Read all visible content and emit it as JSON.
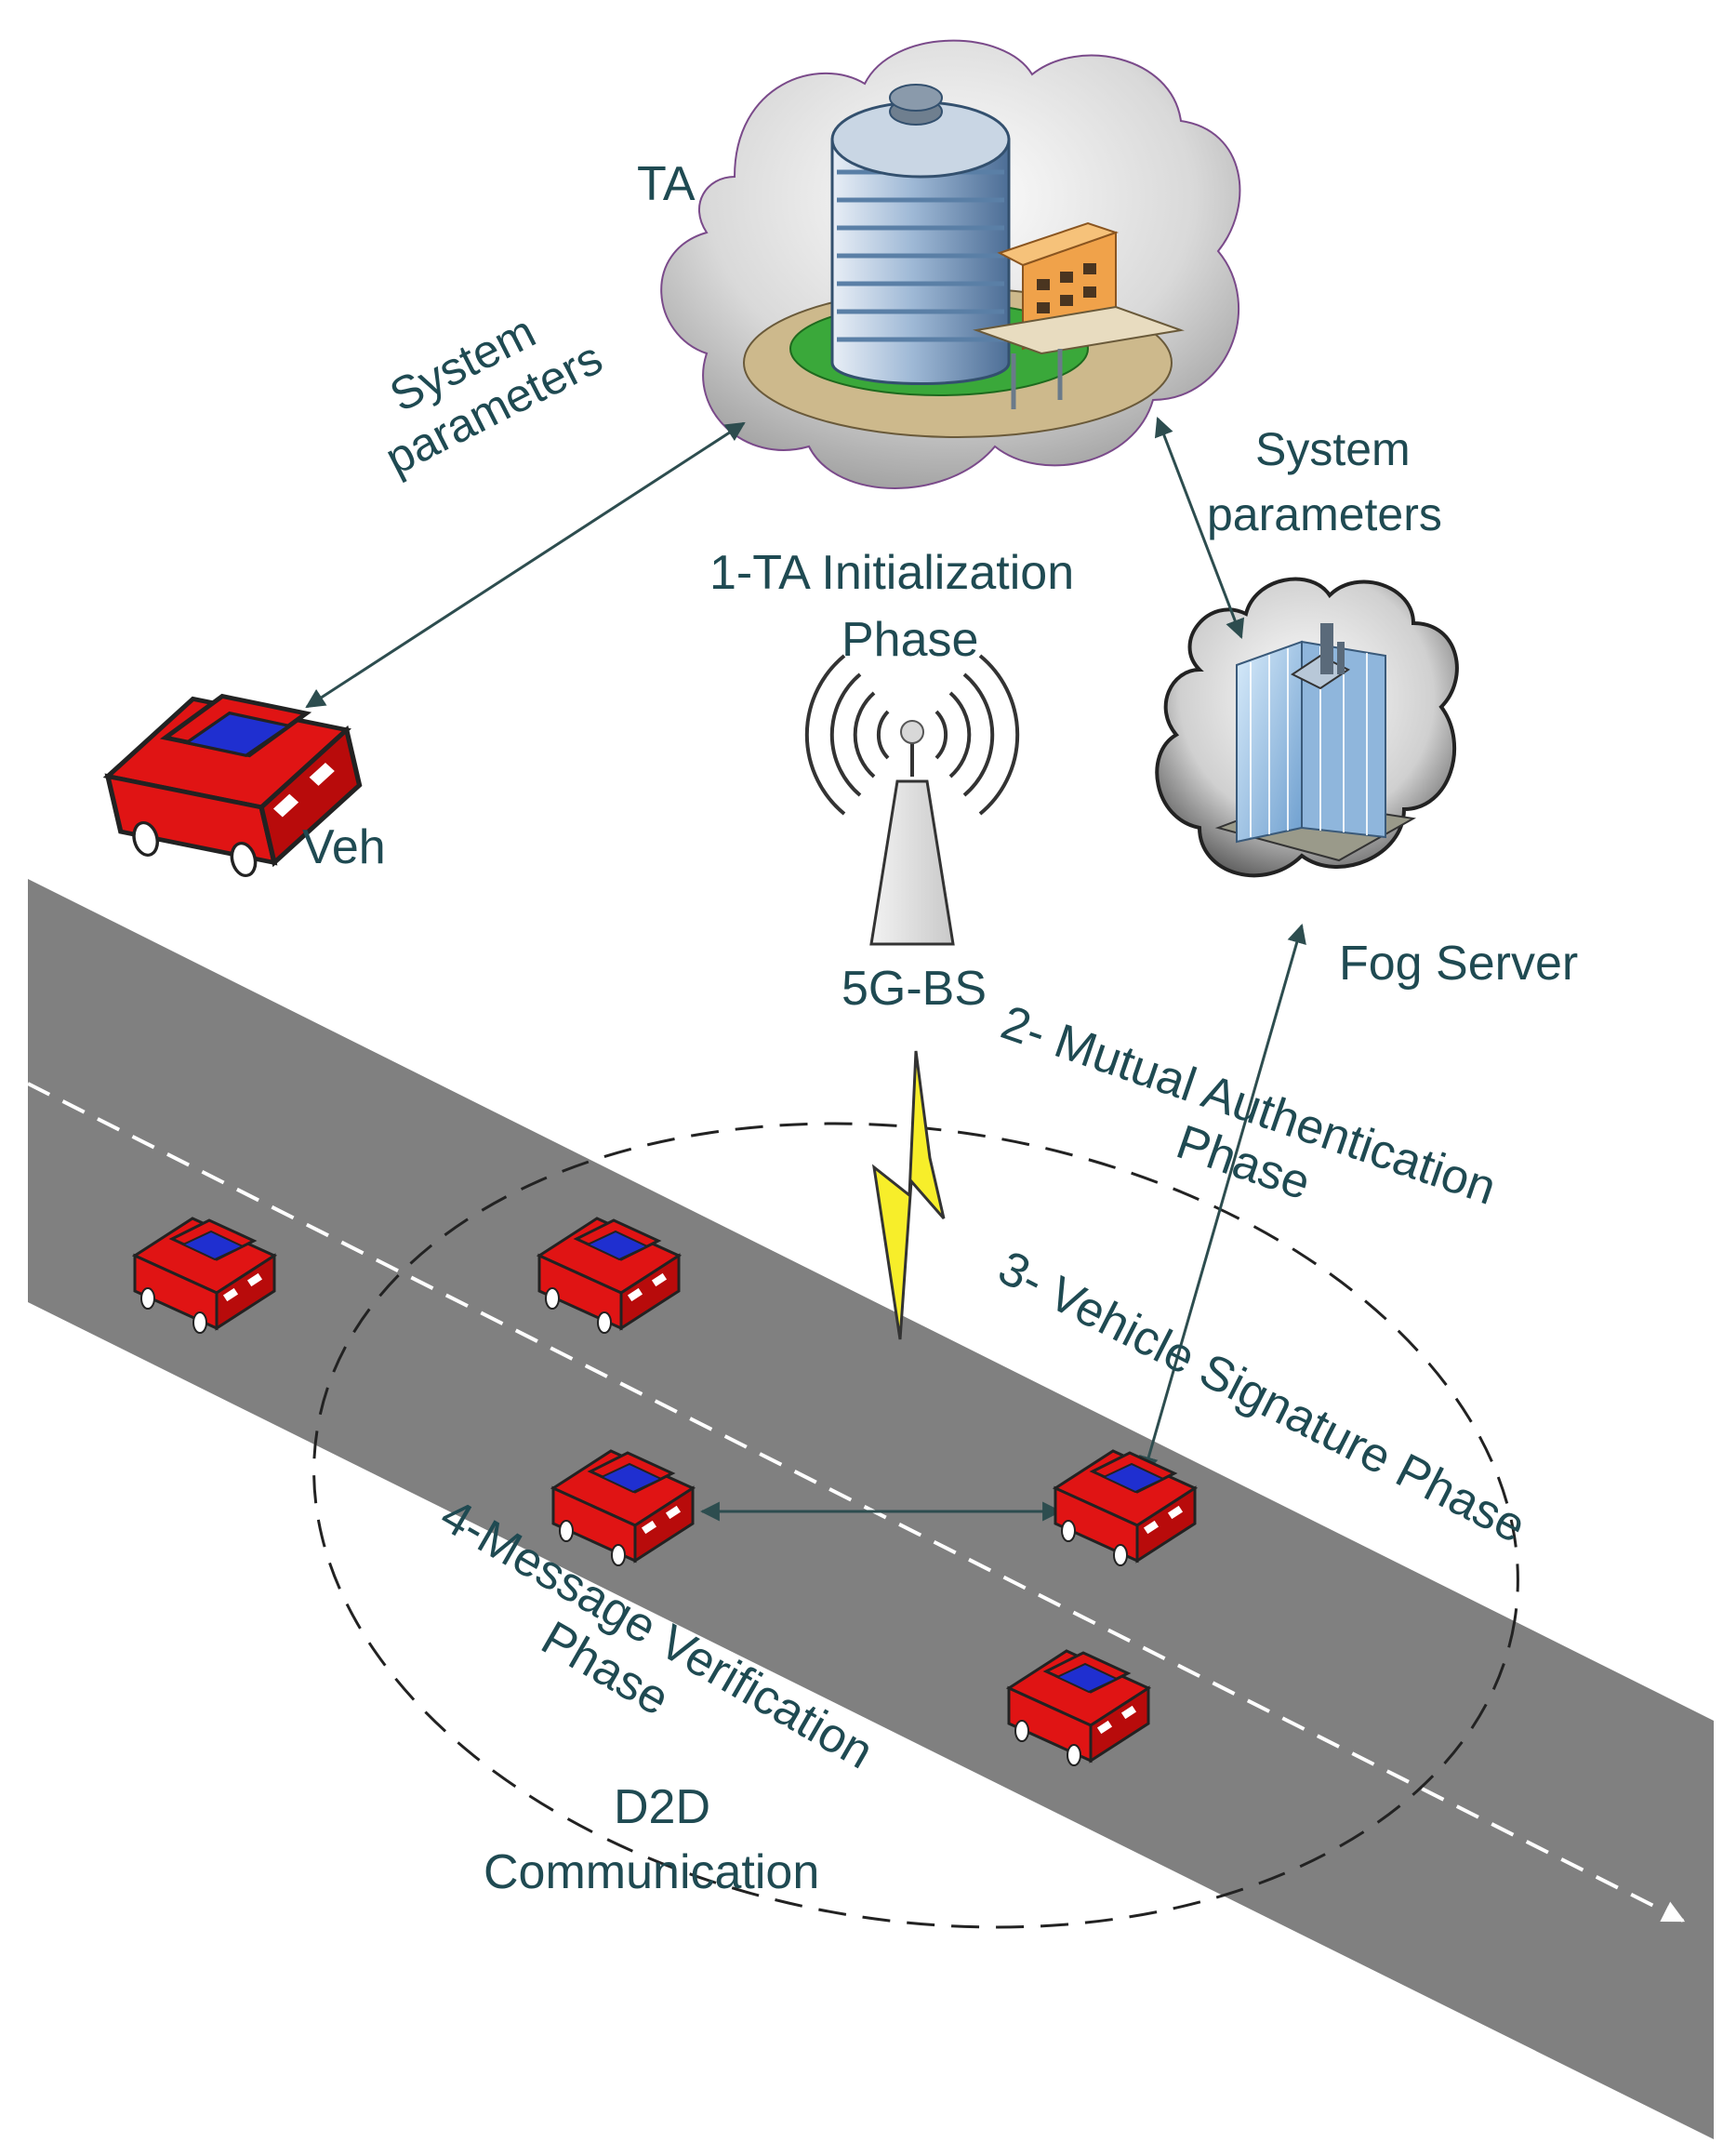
{
  "labels": {
    "ta": "TA",
    "system_params_left_1": "System",
    "system_params_left_2": "parameters",
    "system_params_right_1": "System",
    "system_params_right_2": "parameters",
    "ta_init_1": "1-TA  Initialization",
    "ta_init_2": "Phase",
    "veh": "Veh",
    "fog_server": "Fog Server",
    "base_station": "5G-BS",
    "mutual_auth_1": "2- Mutual Authentication",
    "mutual_auth_2": "Phase",
    "vehicle_signature": "3- Vehicle Signature Phase",
    "msg_verify_1": "4-Message Verification",
    "msg_verify_2": "Phase",
    "d2d_1": "D2D",
    "d2d_2": "Communication"
  },
  "colors": {
    "road": "#808080",
    "car_body": "#e01414",
    "car_roof": "#1f2fd0",
    "lightning": "#f7ee2a",
    "text": "#1f4a52",
    "connector": "#2d4d4f"
  },
  "icons": {
    "ta_building": "office-tower-icon",
    "fog_server": "server-building-icon",
    "base_station": "cell-tower-icon",
    "vehicle": "car-icon",
    "wireless_link": "lightning-bolt-icon"
  }
}
